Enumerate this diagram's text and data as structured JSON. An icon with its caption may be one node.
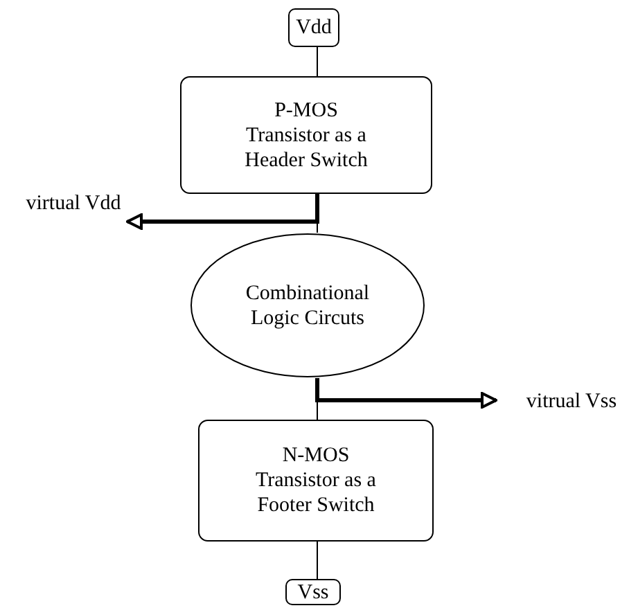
{
  "diagram": {
    "nodes": [
      {
        "text": [
          "Vdd"
        ]
      },
      {
        "text": [
          "P-MOS Transistor as a Header Switch"
        ]
      },
      {
        "text": [
          "Combinational Logic Circuts"
        ]
      },
      {
        "text": [
          "N-MOS Transistor as a Footer Switch"
        ]
      },
      {
        "text": [
          "Vss"
        ]
      },
      {
        "text": [
          "virtual Vdd"
        ]
      },
      {
        "text": [
          "vitrual Vss"
        ]
      }
    ],
    "edges": [
      {
        "from": 0,
        "to": 1,
        "arrow": "none"
      },
      {
        "from": 1,
        "to": 2,
        "arrow": "none"
      },
      {
        "from": 1,
        "to": 5,
        "arrow": "to",
        "style": "thick"
      },
      {
        "from": 2,
        "to": 3,
        "arrow": "none"
      },
      {
        "from": 2,
        "to": 6,
        "arrow": "to",
        "style": "thick"
      },
      {
        "from": 3,
        "to": 4,
        "arrow": "none"
      }
    ]
  }
}
